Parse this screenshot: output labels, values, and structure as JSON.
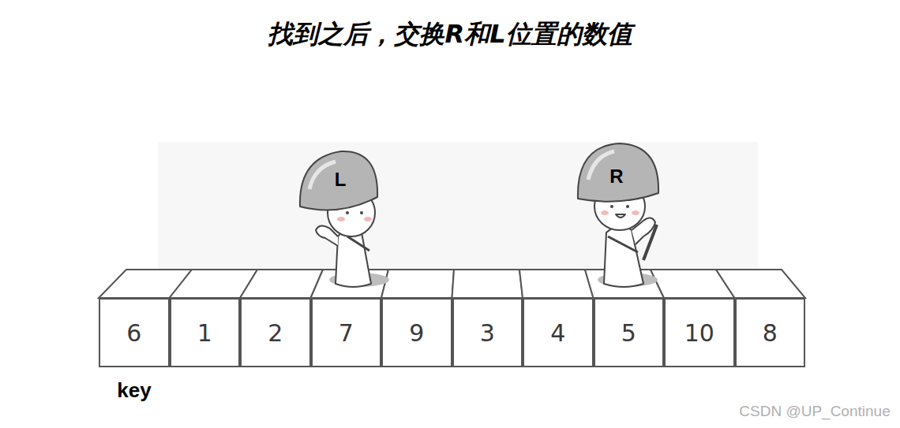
{
  "diagram": {
    "title": "找到之后，交换R和L位置的数值",
    "nodes": [
      {
        "text": [
          "6"
        ]
      },
      {
        "text": [
          "1"
        ]
      },
      {
        "text": [
          "2"
        ]
      },
      {
        "text": [
          "7"
        ]
      },
      {
        "text": [
          "9"
        ]
      },
      {
        "text": [
          "3"
        ]
      },
      {
        "text": [
          "4"
        ]
      },
      {
        "text": [
          "5"
        ]
      },
      {
        "text": [
          "10"
        ]
      },
      {
        "text": [
          "8"
        ]
      }
    ],
    "labels": [
      "L",
      "R",
      "key",
      "CSDN @UP_Continue"
    ]
  }
}
